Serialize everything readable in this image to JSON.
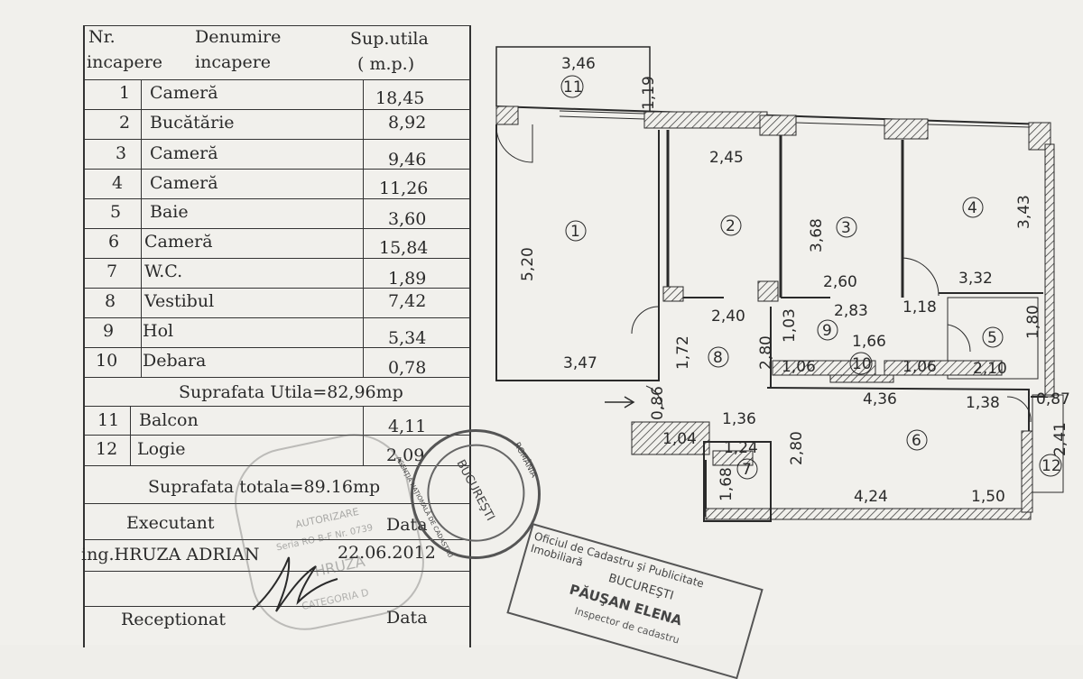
{
  "table": {
    "header": {
      "nr_line1": "Nr.",
      "nr_line2": "incapere",
      "name_line1": "Denumire",
      "name_line2": "incapere",
      "area_line1": "Sup.utila",
      "area_line2": "( m.p.)"
    },
    "rows": [
      {
        "nr": "1",
        "name": "Cameră",
        "area": "18,45"
      },
      {
        "nr": "2",
        "name": "Bucătărie",
        "area": "8,92"
      },
      {
        "nr": "3",
        "name": "Cameră",
        "area": "9,46"
      },
      {
        "nr": "4",
        "name": "Cameră",
        "area": "11,26"
      },
      {
        "nr": "5",
        "name": "Baie",
        "area": "3,60"
      },
      {
        "nr": "6",
        "name": "Cameră",
        "area": "15,84"
      },
      {
        "nr": "7",
        "name": "W.C.",
        "area": "1,89"
      },
      {
        "nr": "8",
        "name": "Vestibul",
        "area": "7,42"
      },
      {
        "nr": "9",
        "name": "Hol",
        "area": "5,34"
      },
      {
        "nr": "10",
        "name": "Debara",
        "area": "0,78"
      }
    ],
    "useful_total": "Suprafata Utila=82,96mp",
    "extra_rows": [
      {
        "nr": "11",
        "name": "Balcon",
        "area": "4,11"
      },
      {
        "nr": "12",
        "name": "Logie",
        "area": "2,09"
      }
    ],
    "grand_total": "Suprafata totala=89.16mp",
    "executant_label": "Executant",
    "date_label": "Data",
    "executant_name": "ing.HRUZA ADRIAN",
    "executant_date": "22.06.2012",
    "receptionat_label": "Receptionat",
    "date_label_2": "Data"
  },
  "stamps": {
    "round_stamp_center": "BUCUREŞTI",
    "round_stamp_side": "ROMÂNIA",
    "round_stamp_agency": "AGENŢIA NAŢIONALĂ DE CADASTRU",
    "rect_stamp_line1": "Oficiul de Cadastru şi Publicitate Imobiliară",
    "rect_stamp_line2": "BUCUREŞTI",
    "rect_stamp_name": "PĂUŞAN ELENA",
    "rect_stamp_role": "Inspector de cadastru",
    "faded_stamp_line1": "AUTORIZARE",
    "faded_stamp_line2": "Seria RO-B-F Nr. 0739",
    "faded_stamp_name": "HRUZA",
    "faded_stamp_cat": "CATEGORIA D",
    "colors": {
      "ink": "#2a2a2a",
      "stamp": "#555555"
    }
  },
  "plan": {
    "rooms": {
      "r1": "1",
      "r2": "2",
      "r3": "3",
      "r4": "4",
      "r5": "5",
      "r6": "6",
      "r7": "7",
      "r8": "8",
      "r9": "9",
      "r10": "10",
      "r11": "11",
      "r12": "12"
    },
    "dims": {
      "d_346": "3,46",
      "d_119": "1,19",
      "d_245": "2,45",
      "d_368": "3,68",
      "d_343": "3,43",
      "d_520": "5,20",
      "d_260": "2,60",
      "d_332": "3,32",
      "d_240": "2,40",
      "d_103": "1,03",
      "d_283": "2,83",
      "d_118": "1,18",
      "d_180": "1,80",
      "d_172": "1,72",
      "d_280a": "2,80",
      "d_166": "1,66",
      "d_347": "3,47",
      "d_106a": "1,06",
      "d_106b": "1,06",
      "d_210": "2,10",
      "d_086": "0,86",
      "d_436": "4,36",
      "d_138": "1,38",
      "d_087": "0,87",
      "d_241": "2,41",
      "d_136": "1,36",
      "d_104": "1,04",
      "d_124": "1,24",
      "d_280b": "2,80",
      "d_168": "1,68",
      "d_424": "4,24",
      "d_150": "1,50"
    }
  }
}
